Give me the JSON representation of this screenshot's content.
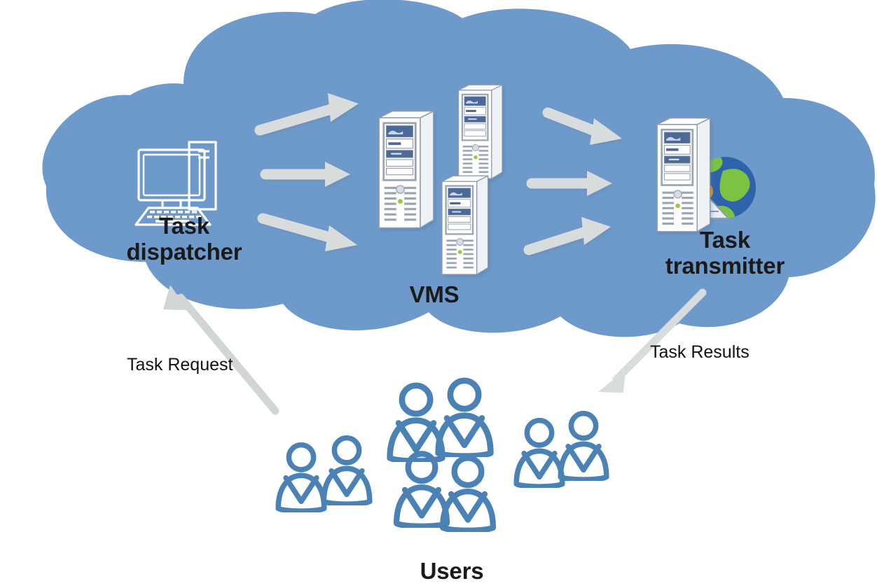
{
  "diagram": {
    "title": "Cloud task dispatch architecture",
    "background_color": "#ffffff",
    "cloud_color": "#6d9acb",
    "arrow_color": "#d9dcdc",
    "person_color": "#4a82b5",
    "label_color": "#1a1a1a"
  },
  "nodes": [
    {
      "id": "task-dispatcher",
      "label": "Task\ndispatcher",
      "icon": "desktop-computer-icon",
      "location": "inside-cloud"
    },
    {
      "id": "vms",
      "label": "VMS",
      "icon": "server-stack-icon",
      "location": "inside-cloud",
      "server_count": 3
    },
    {
      "id": "task-transmitter",
      "label": "Task\ntransmitter",
      "icon": "server-with-globe-icon",
      "location": "inside-cloud"
    },
    {
      "id": "users",
      "label": "Users",
      "icon": "people-group-icon",
      "location": "outside-cloud",
      "person_count": 8
    }
  ],
  "flows": [
    {
      "id": "task-request",
      "label": "Task Request",
      "from": "users",
      "to": "task-dispatcher",
      "direction": "up-left"
    },
    {
      "id": "task-results",
      "label": "Task Results",
      "from": "task-transmitter",
      "to": "users",
      "direction": "down-left"
    }
  ],
  "internal_arrows": [
    {
      "id": "dispatcher-to-vms-upper",
      "from": "task-dispatcher",
      "to": "vms",
      "direction": "up-right"
    },
    {
      "id": "dispatcher-to-vms-middle",
      "from": "task-dispatcher",
      "to": "vms",
      "direction": "right"
    },
    {
      "id": "dispatcher-to-vms-lower",
      "from": "task-dispatcher",
      "to": "vms",
      "direction": "down-right"
    },
    {
      "id": "vms-to-transmitter-upper",
      "from": "vms",
      "to": "task-transmitter",
      "direction": "down-right"
    },
    {
      "id": "vms-to-transmitter-middle",
      "from": "vms",
      "to": "task-transmitter",
      "direction": "right"
    },
    {
      "id": "vms-to-transmitter-lower",
      "from": "vms",
      "to": "task-transmitter",
      "direction": "up-right"
    }
  ],
  "colors": {
    "cloud": "#6d9acb",
    "arrow": "#d9dcdc",
    "arrow_shadow": "#c6cacb",
    "person": "#4a82b5",
    "server_body": "#ffffff",
    "server_frame": "#9aa6b8",
    "server_panel": "#4b6b9a",
    "server_led": "#a8c23a",
    "globe_ocean": "#2f62ac",
    "globe_land": "#7dc242",
    "globe_accent": "#f39200",
    "text": "#1a1a1a"
  }
}
